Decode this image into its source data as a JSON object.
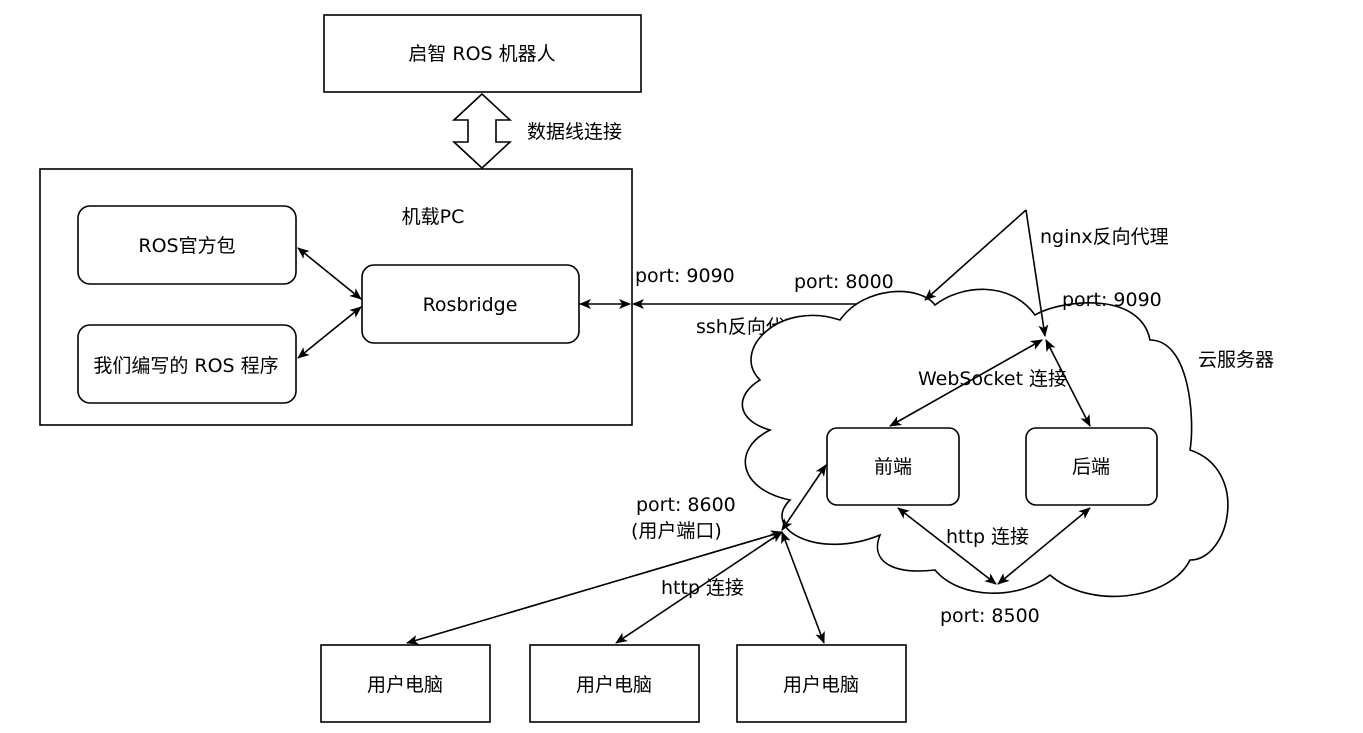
{
  "nodes": {
    "robot": "启智 ROS 机器人",
    "onboard_pc": "机载PC",
    "ros_official": "ROS官方包",
    "ros_custom": "我们编写的 ROS 程序",
    "rosbridge": "Rosbridge",
    "cloud_server": "云服务器",
    "frontend": "前端",
    "backend": "后端",
    "user_pc_1": "用户电脑",
    "user_pc_2": "用户电脑",
    "user_pc_3": "用户电脑"
  },
  "labels": {
    "data_cable": "数据线连接",
    "port_9090_pc": "port: 9090",
    "port_8000": "port: 8000",
    "ssh_reverse_proxy": "ssh反向代理",
    "nginx_reverse_proxy": "nginx反向代理",
    "port_9090_cloud": "port: 9090",
    "websocket": "WebSocket 连接",
    "http_internal": "http 连接",
    "port_8500": "port: 8500",
    "port_8600": "port: 8600",
    "user_port": "(用户端口)",
    "http_users": "http 连接"
  }
}
